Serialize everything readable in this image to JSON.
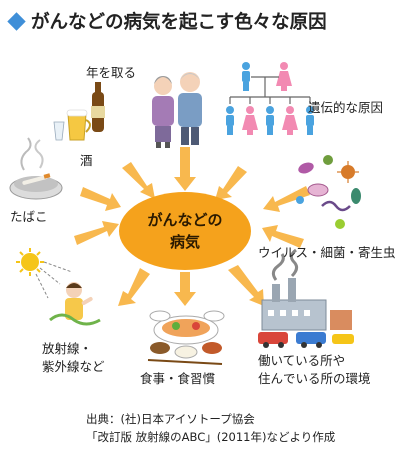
{
  "title": "がんなどの病気を起こす色々な原因",
  "center": {
    "line1": "がんなどの",
    "line2": "病気"
  },
  "causes": {
    "age": "年を取る",
    "heredity": "遺伝的な原因",
    "alcohol": "酒",
    "tobacco": "たばこ",
    "infection": "ウイルス・細菌・寄生虫",
    "radiation_line1": "放射線・",
    "radiation_line2": "紫外線など",
    "diet": "食事・食習慣",
    "environment_line1": "働いている所や",
    "environment_line2": "住んでいる所の環境"
  },
  "source": {
    "line1": "出典：(社)日本アイソトープ協会",
    "line2": "「改訂版 放射線のABC」(2011年)などより作成"
  },
  "colors": {
    "accent": "#3f8fd8",
    "center_fill": "#f5a21c",
    "arrow": "#f8b84e",
    "male": "#4aa3df",
    "female": "#f28ab2"
  }
}
